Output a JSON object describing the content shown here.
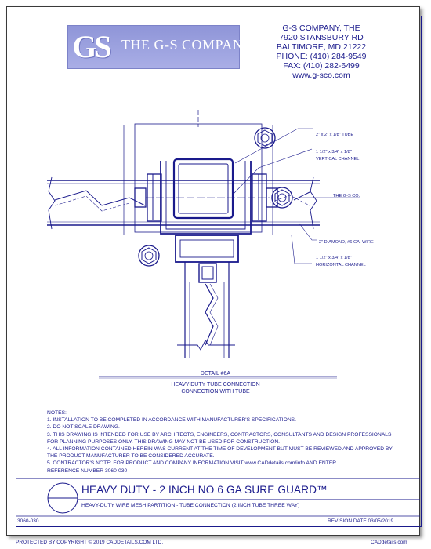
{
  "logo": {
    "mark": "GS",
    "name": "THE G-S COMPANY"
  },
  "company": {
    "name": "G-S COMPANY, THE",
    "street": "7920 STANSBURY RD",
    "city": "BALTIMORE, MD 21222",
    "phone": "PHONE: (410) 284-9549",
    "fax": "FAX: (410) 282-6499",
    "web": "www.g-sco.com"
  },
  "callouts": {
    "tube": "2\" x 2\" x 1/8\" TUBE",
    "vertical_channel_1": "1 1/2\" x 3/4\" x 1/8\"",
    "vertical_channel_2": "VERTICAL CHANNEL",
    "brand": "THE G-S CO.",
    "wire": "2\" DIAMOND, #6 GA. WIRE",
    "horizontal_channel_1": "1 1/2\" x 3/4\" x 1/8\"",
    "horizontal_channel_2": "HORIZONTAL CHANNEL"
  },
  "detail": {
    "label": "DETAIL #6A",
    "line1": "HEAVY-DUTY TUBE CONNECTION",
    "line2": "CONNECTION WITH TUBE"
  },
  "notes": {
    "heading": "NOTES:",
    "items": [
      "1.  INSTALLATION TO BE COMPLETED IN ACCORDANCE WITH MANUFACTURER'S SPECIFICATIONS.",
      "2.  DO NOT SCALE DRAWING.",
      "3.  THIS DRAWING IS INTENDED FOR USE BY ARCHITECTS, ENGINEERS, CONTRACTORS, CONSULTANTS AND DESIGN PROFESSIONALS",
      "     FOR PLANNING PURPOSES ONLY. THIS DRAWING MAY NOT BE USED FOR CONSTRUCTION.",
      "4.  ALL INFORMATION CONTAINED HEREIN WAS CURRENT AT THE TIME OF DEVELOPMENT BUT MUST BE REVIEWED AND APPROVED BY",
      "     THE PRODUCT MANUFACTURER TO BE CONSIDERED ACCURATE.",
      "5.  CONTRACTOR'S NOTE: FOR PRODUCT AND COMPANY INFORMATION VISIT www.CADdetails.com/info AND ENTER",
      "     REFERENCE NUMBER   3060-030"
    ]
  },
  "title_block": {
    "title": "HEAVY DUTY - 2 INCH NO 6 GA SURE GUARD™",
    "subtitle": "HEAVY-DUTY WIRE MESH PARTITION - TUBE CONNECTION (2 INCH TUBE THREE WAY)",
    "number": "3060-030",
    "revision": "REVISION DATE  03/05/2019"
  },
  "footer": {
    "copyright": "PROTECTED BY COPYRIGHT © 2019 CADDETAILS.COM LTD.",
    "site": "CADdetails.com"
  }
}
